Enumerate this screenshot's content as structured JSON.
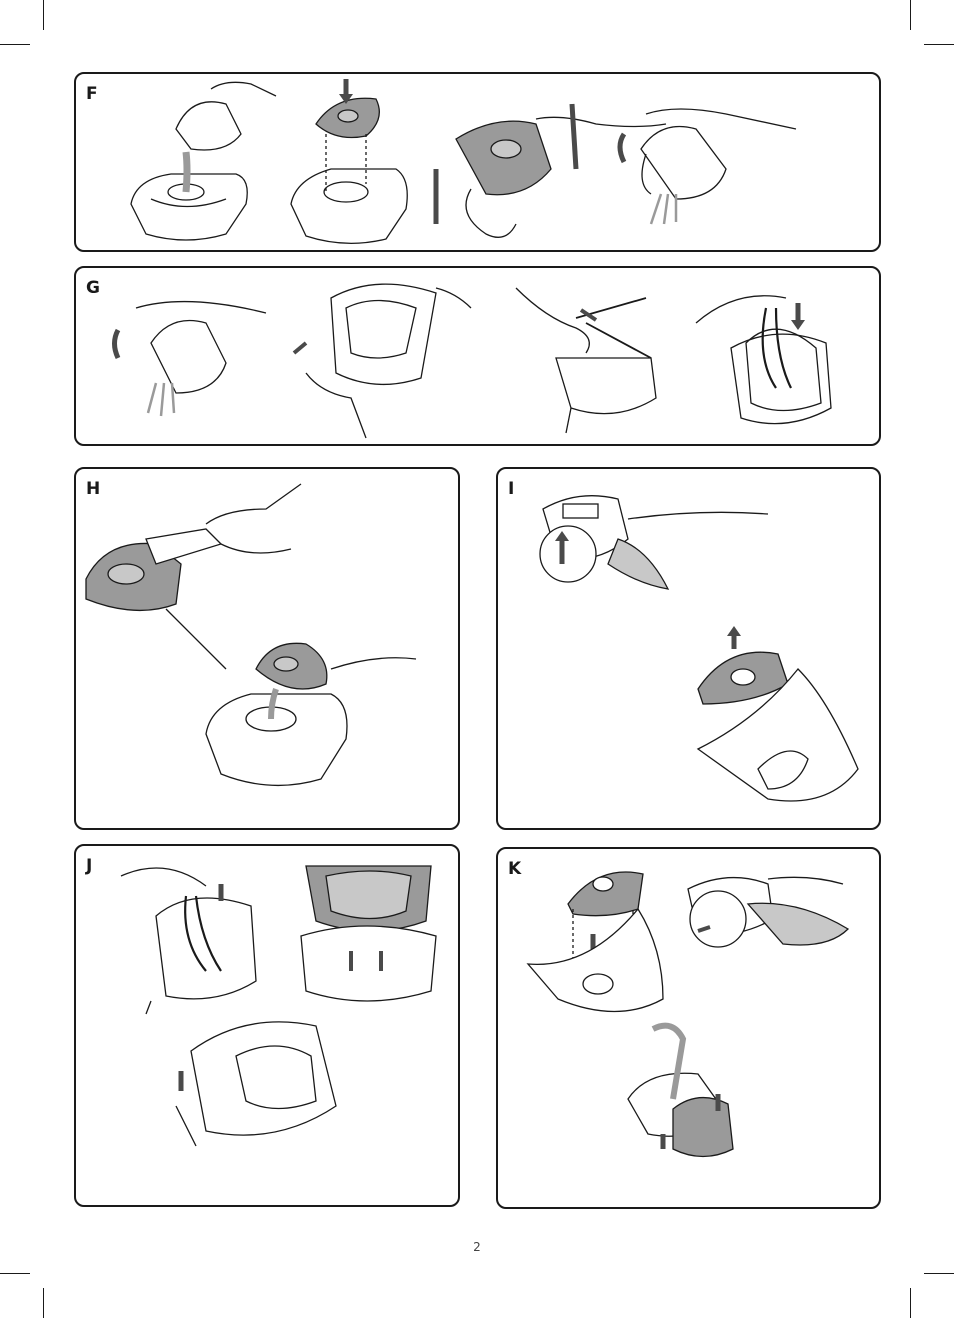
{
  "page": {
    "page_number": "2",
    "colors": {
      "ink": "#1a1a1a",
      "part_fill": "#9a9a9a",
      "part_fill_light": "#c8c8c8",
      "arrow": "#4a4a4a"
    }
  },
  "panels": [
    {
      "label": "F",
      "figures": [
        "pour-into-base",
        "press-cushion-into-base",
        "shake-cushion",
        "drain-cushion"
      ]
    },
    {
      "label": "G",
      "figures": [
        "drain-mask",
        "remove-frame-clip",
        "pull-tube-out",
        "insert-tube"
      ]
    },
    {
      "label": "H",
      "figures": [
        "blow-dry-cushion",
        "place-cushion-on-base"
      ]
    },
    {
      "label": "I",
      "figures": [
        "remove-filter-cover",
        "lift-cushion-from-tray"
      ]
    },
    {
      "label": "J",
      "figures": [
        "insert-tube-into-mask",
        "attach-cover",
        "press-frame-down"
      ]
    },
    {
      "label": "K",
      "figures": [
        "place-cushion-in-tray",
        "insert-filter",
        "assemble-device"
      ]
    }
  ]
}
